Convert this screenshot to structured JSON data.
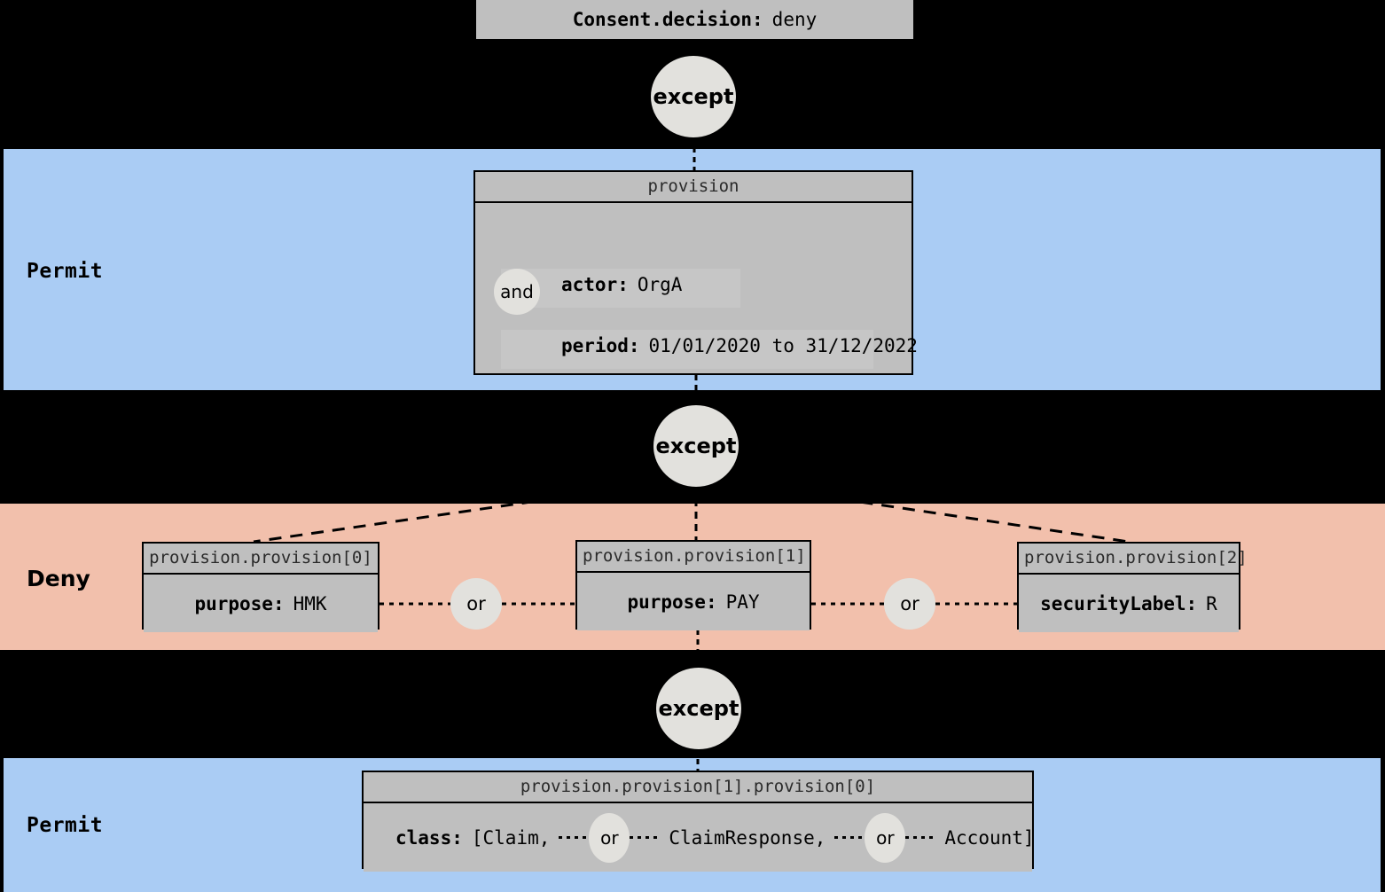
{
  "colors": {
    "permit_band": "#aaccf4",
    "deny_band": "#f2c0ac",
    "node_fill": "#bfbfbf",
    "operator_fill": "#e2e1dd",
    "background": "#000000",
    "stroke": "#000000"
  },
  "bands": [
    {
      "decision": "Permit"
    },
    {
      "decision": "Deny"
    },
    {
      "decision": "Permit"
    }
  ],
  "root": {
    "key": "Consent.decision:",
    "value": "deny"
  },
  "operators": {
    "except": "except",
    "and": "and",
    "or": "or"
  },
  "provision": {
    "title": "provision",
    "attributes": [
      {
        "key": "actor:",
        "value": "OrgA"
      },
      {
        "key": "period:",
        "value": "01/01/2020 to 31/12/2022"
      }
    ],
    "join": "and"
  },
  "deny_provisions": [
    {
      "title": "provision.provision[0]",
      "key": "purpose:",
      "value": "HMK"
    },
    {
      "title": "provision.provision[1]",
      "key": "purpose:",
      "value": "PAY"
    },
    {
      "title": "provision.provision[2]",
      "key": "securityLabel:",
      "value": "R"
    }
  ],
  "deny_joins": [
    "or",
    "or"
  ],
  "nested_permit": {
    "title": "provision.provision[1].provision[0]",
    "key": "class:",
    "open_bracket": "[Claim,",
    "middle": "ClaimResponse,",
    "close": "Account]",
    "join": "or"
  }
}
